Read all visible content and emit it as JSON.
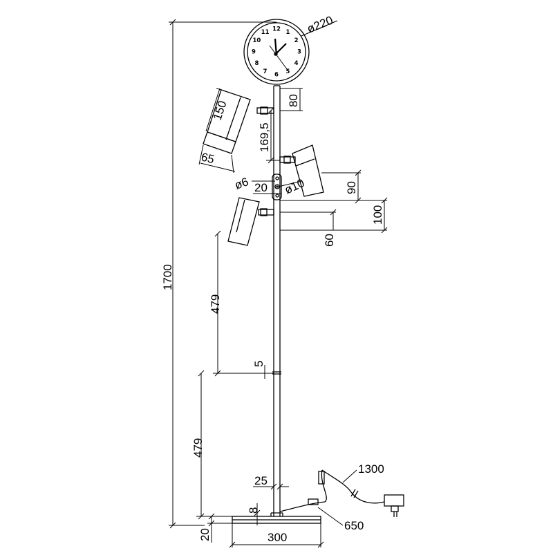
{
  "dimensions": {
    "total_height": "1700",
    "clock_diameter": "ø220",
    "clock_neck": "80",
    "head_length": "150",
    "spacing_heads": "169,5",
    "head_width": "65",
    "bracket_hole": "ø6",
    "knob_diameter": "ø10",
    "bracket_width": "20",
    "right_head_drop": "90",
    "lower_head_offset": "100",
    "lower_head_extra": "60",
    "upper_tube": "479",
    "joint": "5",
    "lower_tube": "479",
    "tube_diameter": "25",
    "base_thickness": "8",
    "base_height": "20",
    "base_diameter": "300",
    "cable_length": "1300",
    "cable_to_switch": "650"
  },
  "clock_numbers": [
    "12",
    "1",
    "2",
    "3",
    "4",
    "5",
    "6",
    "7",
    "8",
    "9",
    "10",
    "11"
  ]
}
